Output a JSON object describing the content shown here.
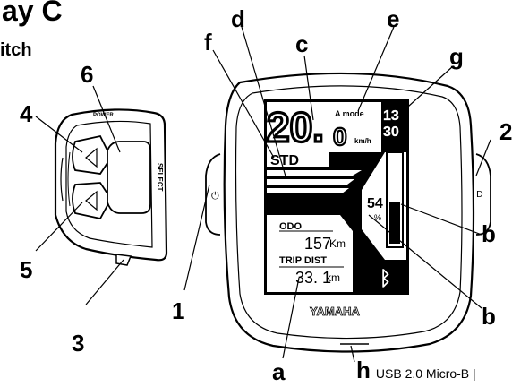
{
  "header": {
    "title": "ay C",
    "subtitle": "itch"
  },
  "callouts": {
    "a": "a",
    "b1": "b",
    "b2": "b",
    "c": "c",
    "d": "d",
    "e": "e",
    "f": "f",
    "g": "g",
    "h": "h",
    "one": "1",
    "two": "2",
    "three": "3",
    "four": "4",
    "five": "5",
    "six": "6"
  },
  "footer_note": "USB 2.0 Micro-B |",
  "display": {
    "speed_int": "20.",
    "speed_dec": "0",
    "speed_unit": "km/h",
    "assist_indicator": "A mode",
    "clock_hour": "13",
    "clock_min": "30",
    "assist_mode": "STD",
    "battery_percent": "54",
    "battery_percent_sign": "%",
    "odo_label": "ODO",
    "odo_value": "157",
    "odo_unit": "Km",
    "trip_label": "TRIP DIST",
    "trip_value": "33. 1",
    "trip_unit": "km",
    "brand": "YAMAHA"
  },
  "switch": {
    "select_label": "SELECT",
    "side_label": "POWER"
  }
}
